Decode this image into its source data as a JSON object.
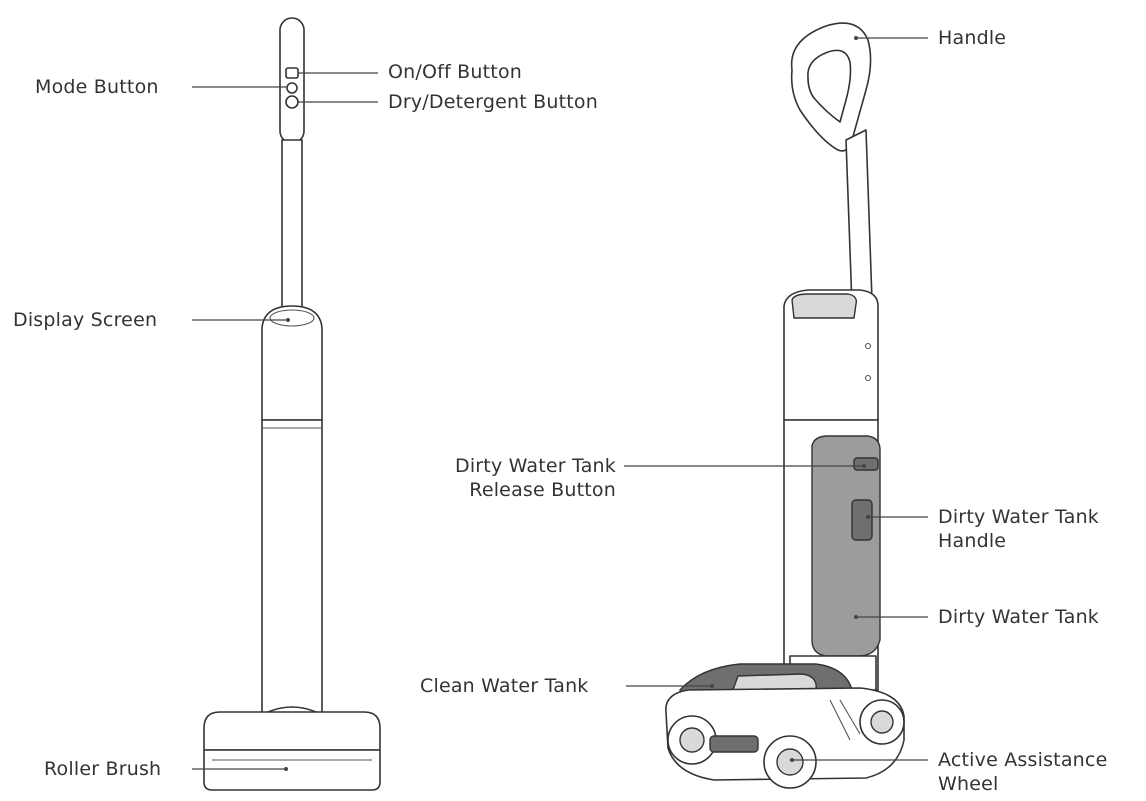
{
  "labels": {
    "mode_button": "Mode Button",
    "on_off_button": "On/Off Button",
    "dry_detergent_button": "Dry/Detergent Button",
    "display_screen": "Display Screen",
    "roller_brush": "Roller Brush",
    "handle": "Handle",
    "dirty_water_tank_release_button_line1": "Dirty Water Tank",
    "dirty_water_tank_release_button_line2": "Release Button",
    "dirty_water_tank_handle_line1": "Dirty Water Tank",
    "dirty_water_tank_handle_line2": "Handle",
    "dirty_water_tank": "Dirty Water Tank",
    "clean_water_tank": "Clean Water Tank",
    "active_assistance_wheel_line1": "Active Assistance",
    "active_assistance_wheel_line2": "Wheel"
  },
  "colors": {
    "outline": "#333333",
    "tank_fill": "#9c9c9c",
    "text": "#333333"
  }
}
